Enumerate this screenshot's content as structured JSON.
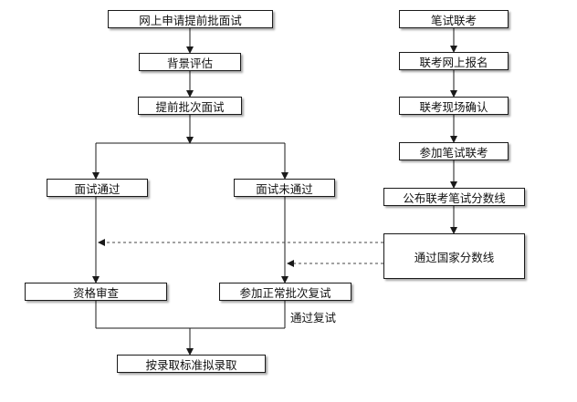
{
  "left_flow": {
    "apply_online": "网上申请提前批面试",
    "background_eval": "背景评估",
    "early_interview": "提前批次面试",
    "passed": "面试通过",
    "not_passed": "面试未通过",
    "qualification_review": "资格审查",
    "regular_retest": "参加正常批次复试",
    "passed_retest_note": "通过复试",
    "admission": "按录取标准拟录取"
  },
  "right_flow": {
    "written_exam": "笔试联考",
    "online_registration": "联考网上报名",
    "onsite_confirm": "联考现场确认",
    "take_exam": "参加笔试联考",
    "publish_cutoff": "公布联考笔试分数线",
    "pass_national_cutoff": "通过国家分数线"
  },
  "colors": {
    "line": "#1a1a1a",
    "dashed": "#444444",
    "box_border": "#1a1a1a"
  }
}
